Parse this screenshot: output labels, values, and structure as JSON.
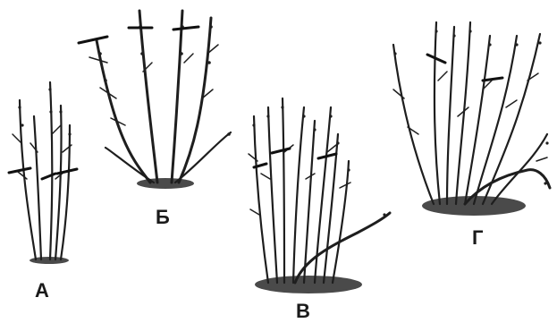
{
  "labels": {
    "a": "А",
    "b": "Б",
    "v": "В",
    "g": "Г"
  }
}
